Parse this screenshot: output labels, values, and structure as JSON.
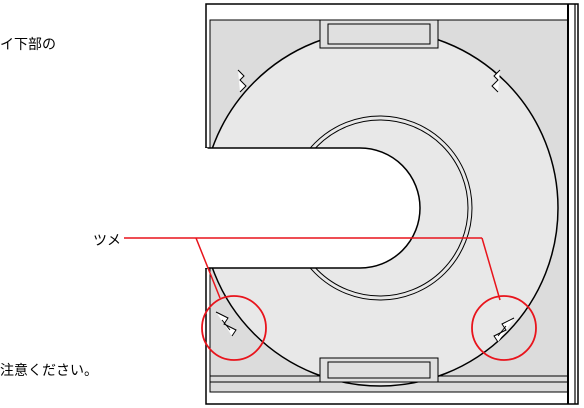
{
  "texts": {
    "top_partial": "イ下部の",
    "claw_label": "ツメ",
    "bottom_partial": "注意ください。"
  },
  "colors": {
    "callout": "#e8141c",
    "tray_fill": "#dcdcdc",
    "outline": "#000000",
    "white": "#ffffff"
  }
}
